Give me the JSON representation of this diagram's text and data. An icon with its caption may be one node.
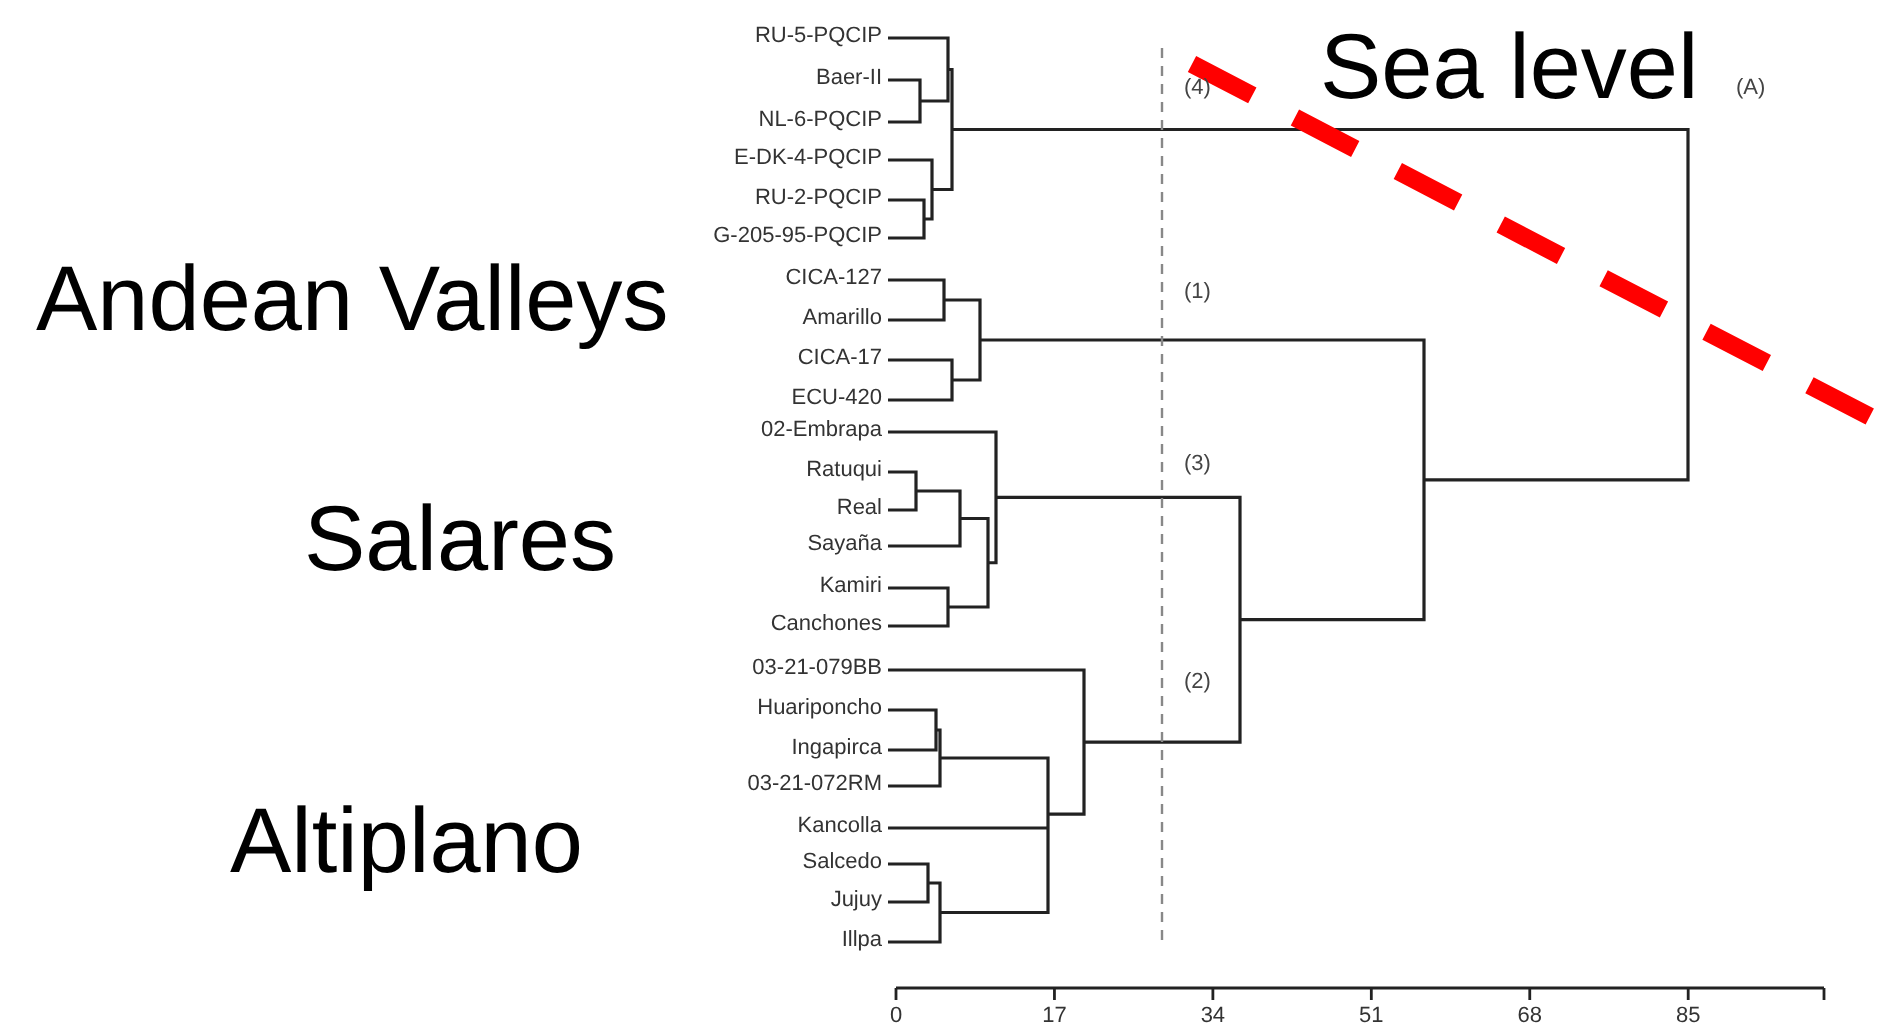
{
  "diagram": {
    "labels": [
      "RU-5-PQCIP",
      "Baer-II",
      "NL-6-PQCIP",
      "E-DK-4-PQCIP",
      "RU-2-PQCIP",
      "G-205-95-PQCIP",
      "CICA-127",
      "Amarillo",
      "CICA-17",
      "ECU-420",
      "02-Embrapa",
      "Ratuqui",
      "Real",
      "Sayaña",
      "Kamiri",
      "Canchones",
      "03-21-079BB",
      "Huariponcho",
      "Ingapirca",
      "03-21-072RM",
      "Kancolla",
      "Salcedo",
      "Jujuy",
      "Illpa",
      "(4)",
      "(A)",
      "(1)",
      "(3)",
      "(2)",
      "0",
      "17",
      "34",
      "51",
      "68",
      "85",
      "Sea level",
      "Andean Valleys",
      "Salares",
      "Altiplano"
    ]
  }
}
